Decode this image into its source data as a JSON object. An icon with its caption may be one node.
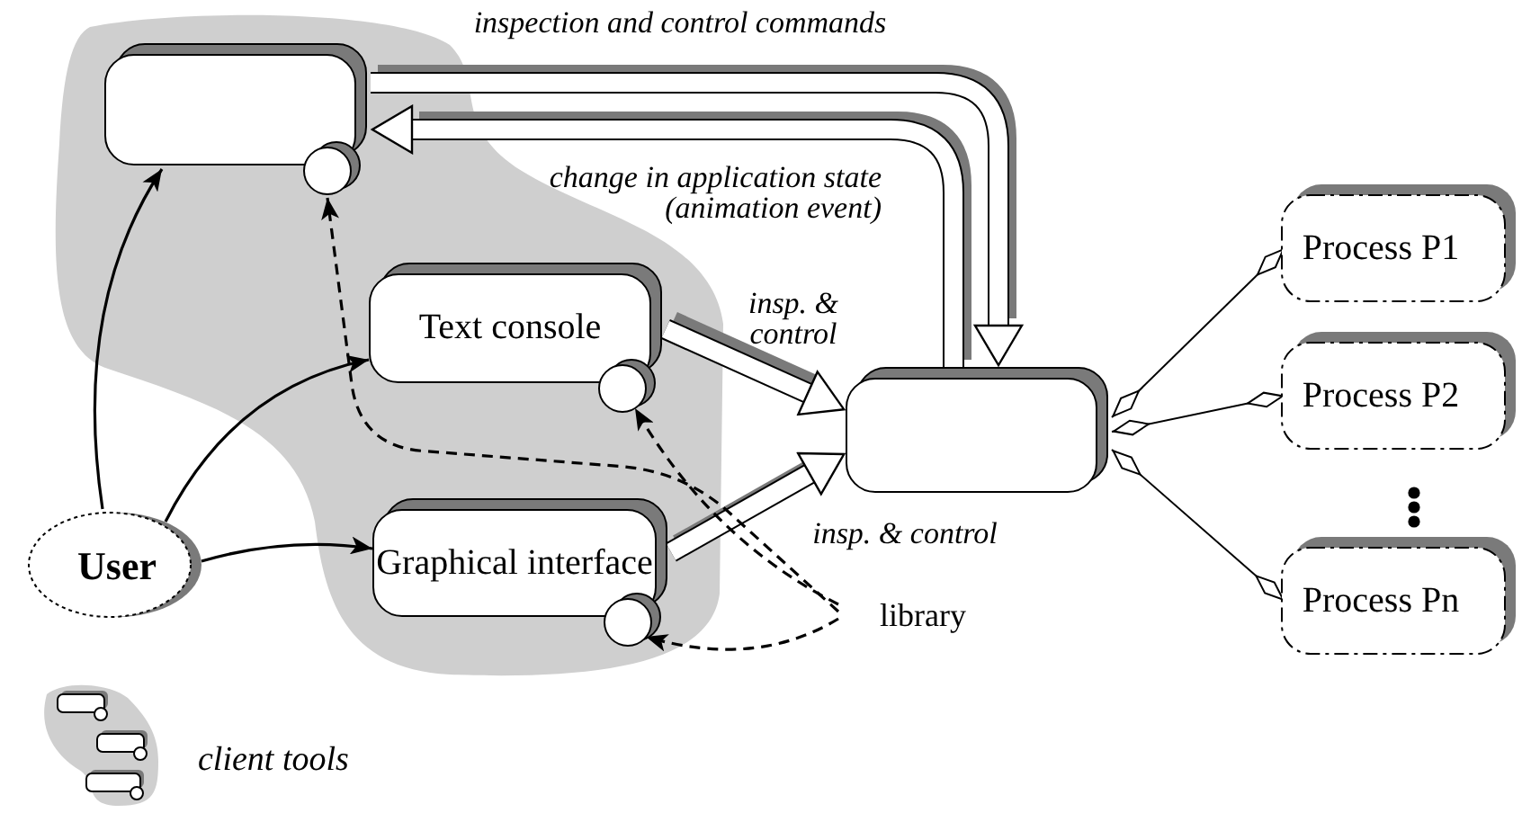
{
  "diagram": {
    "nodes": [
      {
        "text": [],
        "shape": "cloud"
      },
      {
        "text": [],
        "shape": "box",
        "in": 0
      },
      {
        "text": [
          "Text console"
        ],
        "in": 0
      },
      {
        "text": [
          "Graphical interface"
        ],
        "in": 0
      },
      {
        "text": [
          "User"
        ]
      },
      {
        "text": [],
        "shape": "box"
      },
      {
        "text": [
          "library"
        ]
      },
      {
        "text": [
          "Process P1"
        ]
      },
      {
        "text": [
          "Process P2"
        ]
      },
      {
        "text": [
          "Process Pn"
        ]
      }
    ],
    "edges": [
      {
        "from": 4,
        "to": 1,
        "arrow": "to"
      },
      {
        "from": 4,
        "to": 2,
        "arrow": "to"
      },
      {
        "from": 4,
        "to": 3,
        "arrow": "to"
      },
      {
        "from": 1,
        "to": 5,
        "arrow": "to",
        "style": "thick",
        "color": "#ffffff",
        "label": "inspection and control commands"
      },
      {
        "from": 5,
        "to": 1,
        "arrow": "to",
        "style": "thick",
        "color": "#ffffff",
        "label": "change in application state (animation event)"
      },
      {
        "from": 2,
        "to": 5,
        "arrow": "to",
        "style": "thick",
        "color": "#ffffff",
        "label": "insp. & control"
      },
      {
        "from": 3,
        "to": 5,
        "arrow": "to",
        "style": "thick",
        "color": "#ffffff",
        "label": "insp. & control"
      },
      {
        "from": 5,
        "to": 7,
        "arrow": "other"
      },
      {
        "from": 5,
        "to": 8,
        "arrow": "other"
      },
      {
        "from": 5,
        "to": 9,
        "arrow": "other"
      },
      {
        "from": 6,
        "to": 3,
        "arrow": "to",
        "style": "dashed"
      },
      {
        "from": 6,
        "to": 2,
        "arrow": "to",
        "style": "dashed"
      },
      {
        "from": 6,
        "to": 1,
        "arrow": "to",
        "style": "dashed"
      }
    ],
    "legend": [
      {
        "text": "client tools"
      }
    ]
  }
}
